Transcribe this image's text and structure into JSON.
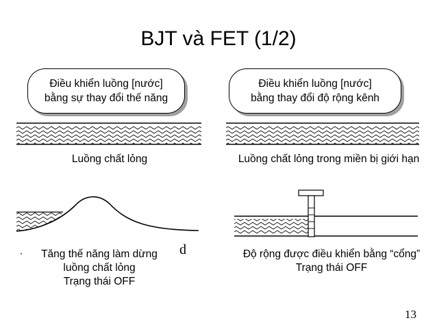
{
  "title": "BJT và FET (1/2)",
  "left": {
    "bubble_line1": "Điều khiển luồng [nước]",
    "bubble_line2": "bằng sự thay đổi thế năng",
    "flow_caption": "Luồng chất lỏng",
    "bottom_line1": "Tăng thế năng làm dừng",
    "bottom_line2": "luồng chất lỏng",
    "bottom_line3": "Trạng thái OFF",
    "mark": "d"
  },
  "right": {
    "bubble_line1": "Điều khiển luồng [nước]",
    "bubble_line2": "bằng thay đổi độ rộng kênh",
    "flow_caption": "Luồng chất lỏng trong miền bị giới hạn",
    "bottom_line1": "Độ rộng được điều khiển bằng “cổng”",
    "bottom_line2": "Trạng thái OFF"
  },
  "page_number": "13"
}
